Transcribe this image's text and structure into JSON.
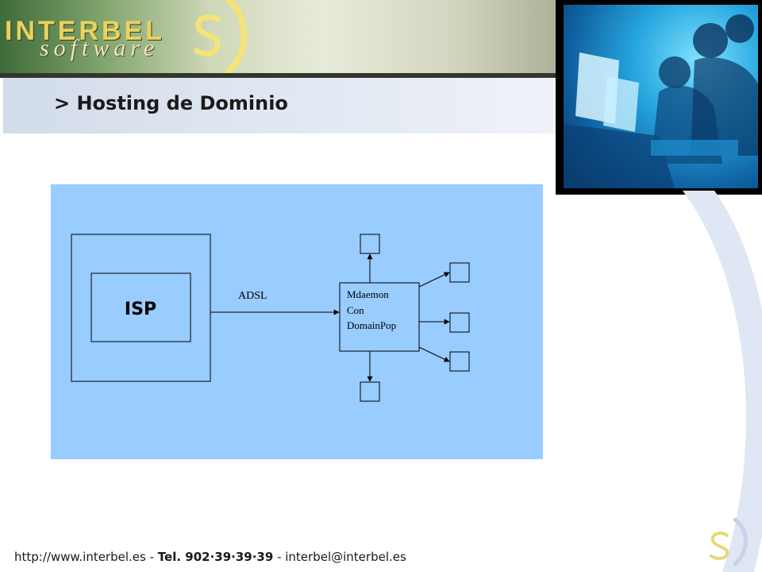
{
  "header": {
    "brand_line1": "INTERBEL",
    "brand_line2": "software"
  },
  "slide": {
    "title": "> Hosting de Dominio"
  },
  "diagram": {
    "isp_label": "ISP",
    "connection_label": "ADSL",
    "server_label_lines": [
      "Mdaemon",
      "Con",
      "DomainPop"
    ],
    "client_count": 5
  },
  "footer": {
    "url": "http://www.interbel.es",
    "sep1": " - ",
    "phone": "Tel. 902·39·39·39",
    "sep2": " - ",
    "email": "interbel@interbel.es"
  },
  "colors": {
    "diagram_bg": "#99ccff",
    "brand_yellow": "#e9d25d",
    "swoosh": "#dfe6f4"
  }
}
